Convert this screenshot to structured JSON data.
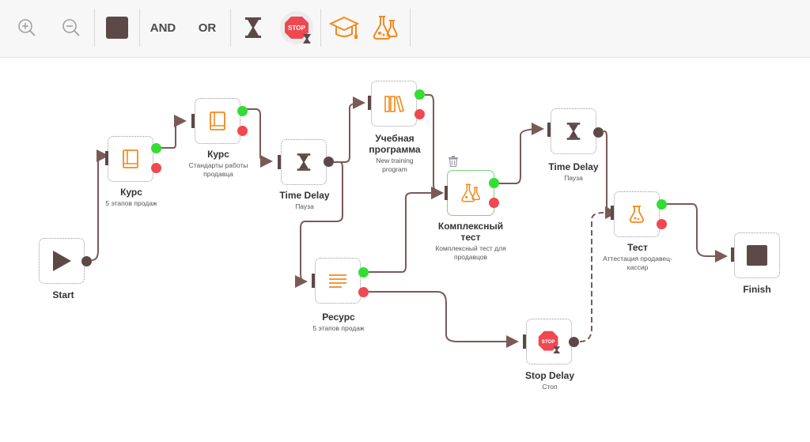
{
  "toolbar": {
    "and_label": "AND",
    "or_label": "OR",
    "stop_text": "STOP"
  },
  "colors": {
    "connector": "#7a5a58",
    "accent_orange": "#f28a1e",
    "dark_node": "#5d4848",
    "success_port": "#33dd33",
    "fail_port": "#f04850"
  },
  "nodes": {
    "start": {
      "title": "Start",
      "icon": "play-icon"
    },
    "kurs1": {
      "title": "Курс",
      "subtitle": "5 этапов продаж",
      "icon": "book-icon"
    },
    "kurs2": {
      "title": "Курс",
      "subtitle": "Стандарты работы продавца",
      "icon": "book-icon"
    },
    "delay1": {
      "title": "Time Delay",
      "subtitle": "Пауза",
      "icon": "hourglass-icon"
    },
    "program": {
      "title": "Учебная программа",
      "subtitle": "New training program",
      "icon": "books-icon"
    },
    "resource": {
      "title": "Ресурс",
      "subtitle": "5 этапов продаж",
      "icon": "document-lines-icon"
    },
    "complex_test": {
      "title": "Комплексный тест",
      "subtitle": "Комплексный тест для продавцов",
      "icon": "flasks-icon"
    },
    "delay2": {
      "title": "Time Delay",
      "subtitle": "Пауза",
      "icon": "hourglass-icon"
    },
    "test": {
      "title": "Тест",
      "subtitle": "Аттестация продавец-кассир",
      "icon": "flask-icon"
    },
    "stop_delay": {
      "title": "Stop Delay",
      "subtitle": "Стоп",
      "icon": "stop-sign-icon"
    },
    "finish": {
      "title": "Finish",
      "icon": "stop-square-icon"
    }
  }
}
